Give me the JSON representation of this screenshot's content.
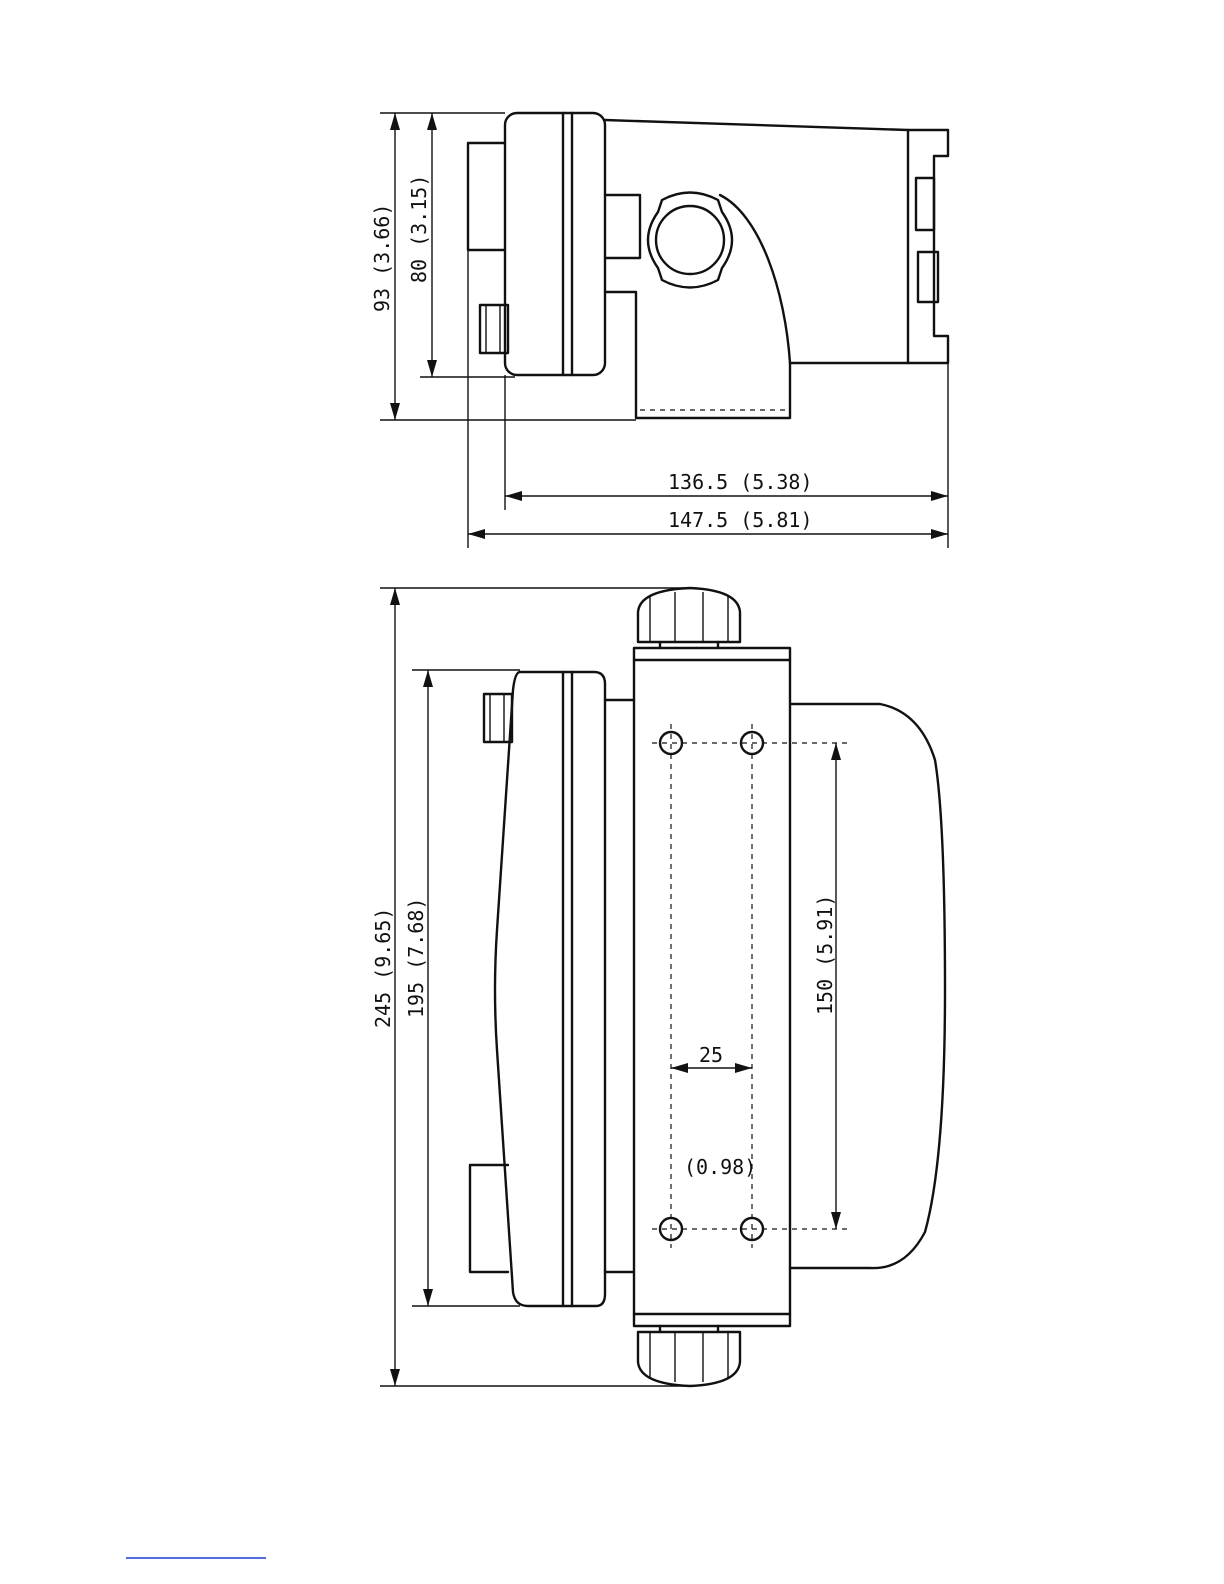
{
  "side_view": {
    "height_total": "93 (3.66)",
    "height_body": "80 (3.15)",
    "depth_body": "136.5 (5.38)",
    "depth_total": "147.5 (5.81)"
  },
  "front_view": {
    "height_total": "245 (9.65)",
    "height_body": "195 (7.68)",
    "hole_spacing_vertical": "150 (5.91)",
    "hole_spacing_horizontal_mm": "25",
    "hole_spacing_horizontal_in": "(0.98)"
  },
  "colors": {
    "line": "#111111",
    "footer_line": "#1a3fd0"
  }
}
